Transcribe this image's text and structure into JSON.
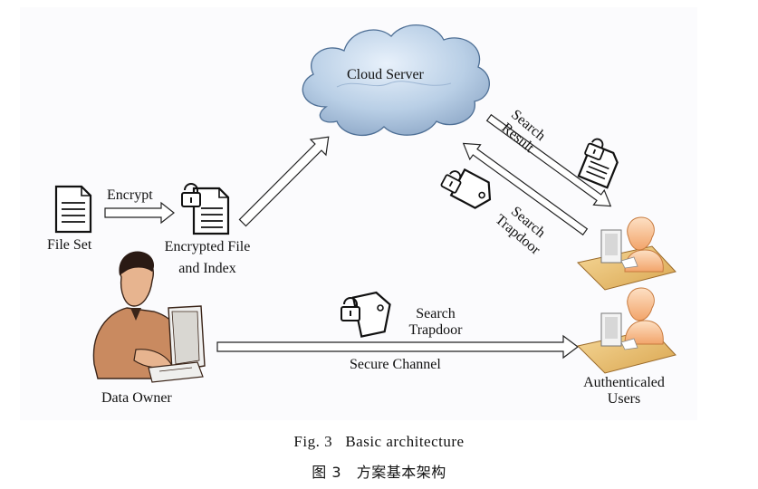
{
  "diagram": {
    "cloud_label": "Cloud Server",
    "file_set_label": "File Set",
    "encrypt_label": "Encrypt",
    "encrypted_label_line1": "Encrypted File",
    "encrypted_label_line2": "and Index",
    "search_result_line1": "Search",
    "search_result_line2": "Result",
    "search_trapdoor_diag_line1": "Search",
    "search_trapdoor_diag_line2": "Trapdoor",
    "search_trapdoor_line1": "Search",
    "search_trapdoor_line2": "Trapdoor",
    "secure_channel_label": "Secure Channel",
    "data_owner_label": "Data Owner",
    "auth_users_line1": "Authenticaled",
    "auth_users_line2": "Users"
  },
  "caption": {
    "english": "Fig. 3   Basic architecture",
    "chinese": "图 3   方案基本架构"
  }
}
